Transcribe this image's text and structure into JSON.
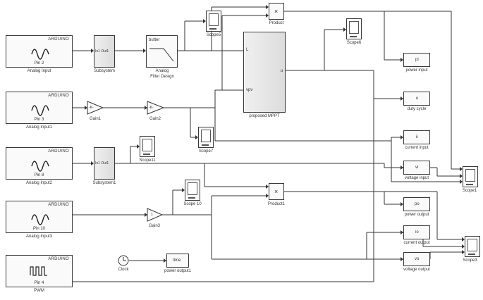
{
  "arduino": {
    "title": "ARDUINO"
  },
  "blocks": {
    "analog_input": {
      "pin": "Pin 2",
      "label": "Analog Input"
    },
    "analog_input1": {
      "pin": "Pin 3",
      "label": "Analog Input1"
    },
    "analog_input2": {
      "pin": "Pin 8",
      "label": "Analog Input2"
    },
    "analog_input3": {
      "pin": "Pin 10",
      "label": "Analog Input3"
    },
    "pwm": {
      "pin": "Pin 4",
      "label": "PWM"
    },
    "subsystem": {
      "inner": "In1 Out1",
      "label": "Subsystem"
    },
    "subsystem1": {
      "inner": "In1 Out1",
      "label": "Subsystem1"
    },
    "filter": {
      "inner": "butter",
      "label1": "Analog",
      "label2": "Filter Design"
    },
    "scope5": {
      "label": "Scope5"
    },
    "scope6": {
      "label": "Scope6"
    },
    "scope7": {
      "label": "Scope7"
    },
    "scope11": {
      "label": "Scope11"
    },
    "scope10": {
      "label": "Scope 10"
    },
    "scope1": {
      "label": "Scope1"
    },
    "scope3": {
      "label": "Scope3"
    },
    "product": {
      "inner": "×",
      "label": "Product"
    },
    "product1": {
      "inner": "×",
      "label": "Product1"
    },
    "mppt": {
      "port_l": "L",
      "port_vpv": "vpv",
      "port_u": "u",
      "label": "proposed MPPT"
    },
    "gain1": {
      "inner": "-K-",
      "label": "Gain1"
    },
    "gain2": {
      "inner": "-K-",
      "label": "Gain2"
    },
    "gain3": {
      "inner": "1",
      "label": "Gain3"
    },
    "clock": {
      "label": "Clock"
    },
    "time": {
      "inner": "time",
      "label": "power output1"
    },
    "pi": {
      "inner": "pi",
      "label": "power input"
    },
    "u": {
      "inner": "u",
      "label": "duty cycle"
    },
    "ii": {
      "inner": "ii",
      "label": "current input"
    },
    "vi": {
      "inner": "vi",
      "label": "voltage input"
    },
    "po": {
      "inner": "po",
      "label": "power output"
    },
    "io": {
      "inner": "io",
      "label": "current output"
    },
    "vo": {
      "inner": "vo",
      "label": "voltage output"
    }
  }
}
